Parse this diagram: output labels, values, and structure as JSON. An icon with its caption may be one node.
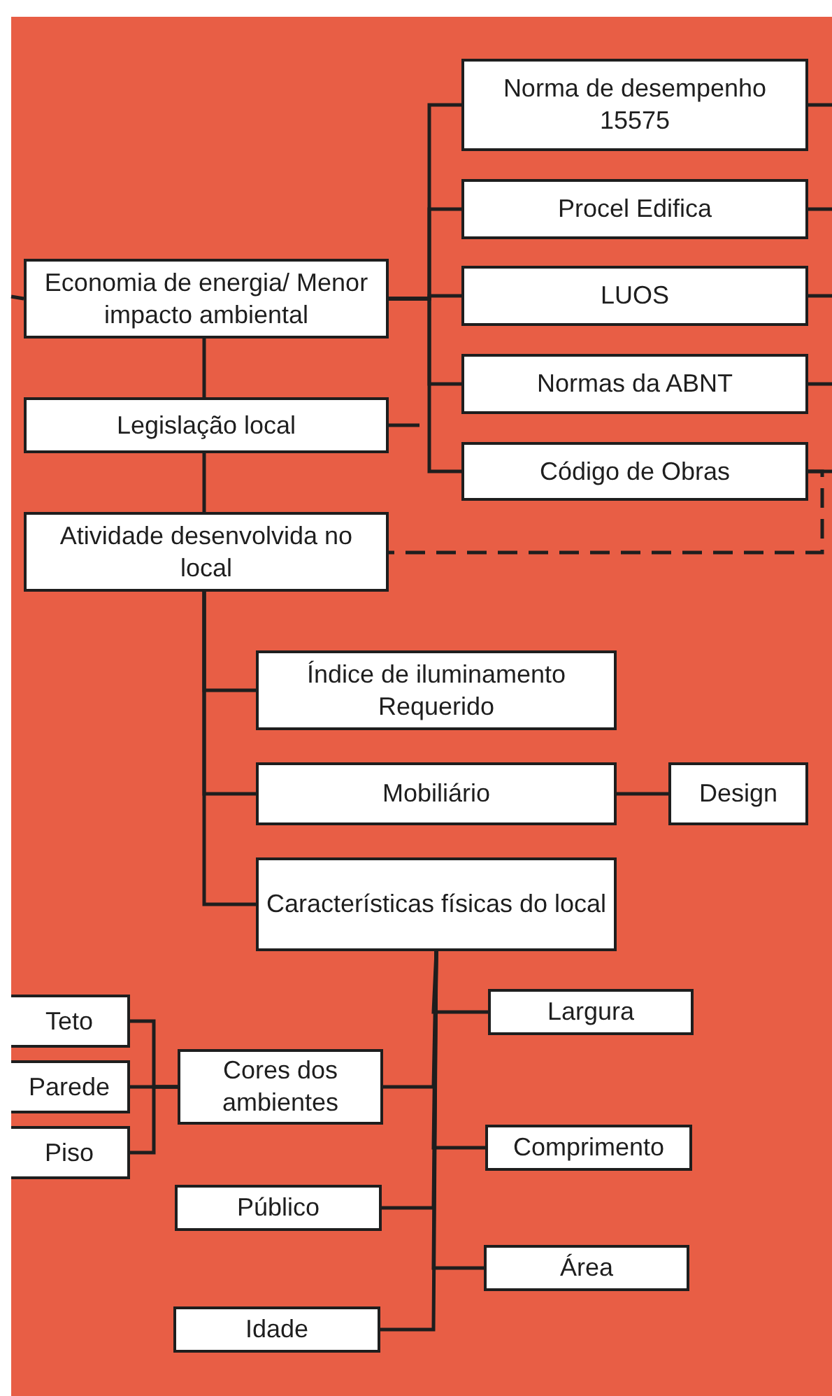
{
  "diagram": {
    "nodes": [
      {
        "text": [
          "Economia de energia/ Menor impacto ambiental"
        ]
      },
      {
        "text": [
          "Legislação local"
        ]
      },
      {
        "text": [
          "Atividade desenvolvida no local"
        ]
      },
      {
        "text": [
          "Norma de desempenho 15575"
        ]
      },
      {
        "text": [
          "Procel Edifica"
        ]
      },
      {
        "text": [
          "LUOS"
        ]
      },
      {
        "text": [
          "Normas da ABNT"
        ]
      },
      {
        "text": [
          "Código de Obras"
        ]
      },
      {
        "text": [
          "Índice de iluminamento Requerido"
        ]
      },
      {
        "text": [
          "Mobiliário"
        ]
      },
      {
        "text": [
          "Design"
        ]
      },
      {
        "text": [
          "Características físicas do local"
        ]
      },
      {
        "text": [
          "Teto"
        ]
      },
      {
        "text": [
          "Parede"
        ]
      },
      {
        "text": [
          "Piso"
        ]
      },
      {
        "text": [
          "Cores dos ambientes"
        ]
      },
      {
        "text": [
          "Largura"
        ]
      },
      {
        "text": [
          "Comprimento"
        ]
      },
      {
        "text": [
          "Público"
        ]
      },
      {
        "text": [
          "Área"
        ]
      },
      {
        "text": [
          "Idade"
        ]
      }
    ],
    "edges": [
      {
        "from": null,
        "to": 0,
        "arrow": "none"
      },
      {
        "from": 0,
        "to": 1,
        "arrow": "none"
      },
      {
        "from": 1,
        "to": 2,
        "arrow": "none"
      },
      {
        "from": 0,
        "to": 3,
        "arrow": "none"
      },
      {
        "from": 0,
        "to": 4,
        "arrow": "none"
      },
      {
        "from": 0,
        "to": 5,
        "arrow": "none"
      },
      {
        "from": 0,
        "to": 6,
        "arrow": "none"
      },
      {
        "from": 0,
        "to": 7,
        "arrow": "none"
      },
      {
        "from": 1,
        "to": null,
        "arrow": "none"
      },
      {
        "from": 3,
        "to": null,
        "arrow": "none"
      },
      {
        "from": 4,
        "to": null,
        "arrow": "none"
      },
      {
        "from": 5,
        "to": null,
        "arrow": "none"
      },
      {
        "from": 6,
        "to": null,
        "arrow": "none"
      },
      {
        "from": 7,
        "to": null,
        "arrow": "none"
      },
      {
        "from": 7,
        "to": 2,
        "arrow": "none",
        "style": "dashed"
      },
      {
        "from": 2,
        "to": 8,
        "arrow": "none"
      },
      {
        "from": 2,
        "to": 9,
        "arrow": "none"
      },
      {
        "from": 2,
        "to": 11,
        "arrow": "none"
      },
      {
        "from": 9,
        "to": 10,
        "arrow": "none"
      },
      {
        "from": 11,
        "to": 15,
        "arrow": "none"
      },
      {
        "from": 11,
        "to": 16,
        "arrow": "none"
      },
      {
        "from": 11,
        "to": 17,
        "arrow": "none"
      },
      {
        "from": 11,
        "to": 18,
        "arrow": "none"
      },
      {
        "from": 11,
        "to": 19,
        "arrow": "none"
      },
      {
        "from": 11,
        "to": 20,
        "arrow": "none"
      },
      {
        "from": 15,
        "to": 12,
        "arrow": "none"
      },
      {
        "from": 15,
        "to": 13,
        "arrow": "none"
      },
      {
        "from": 15,
        "to": 14,
        "arrow": "none"
      }
    ]
  }
}
